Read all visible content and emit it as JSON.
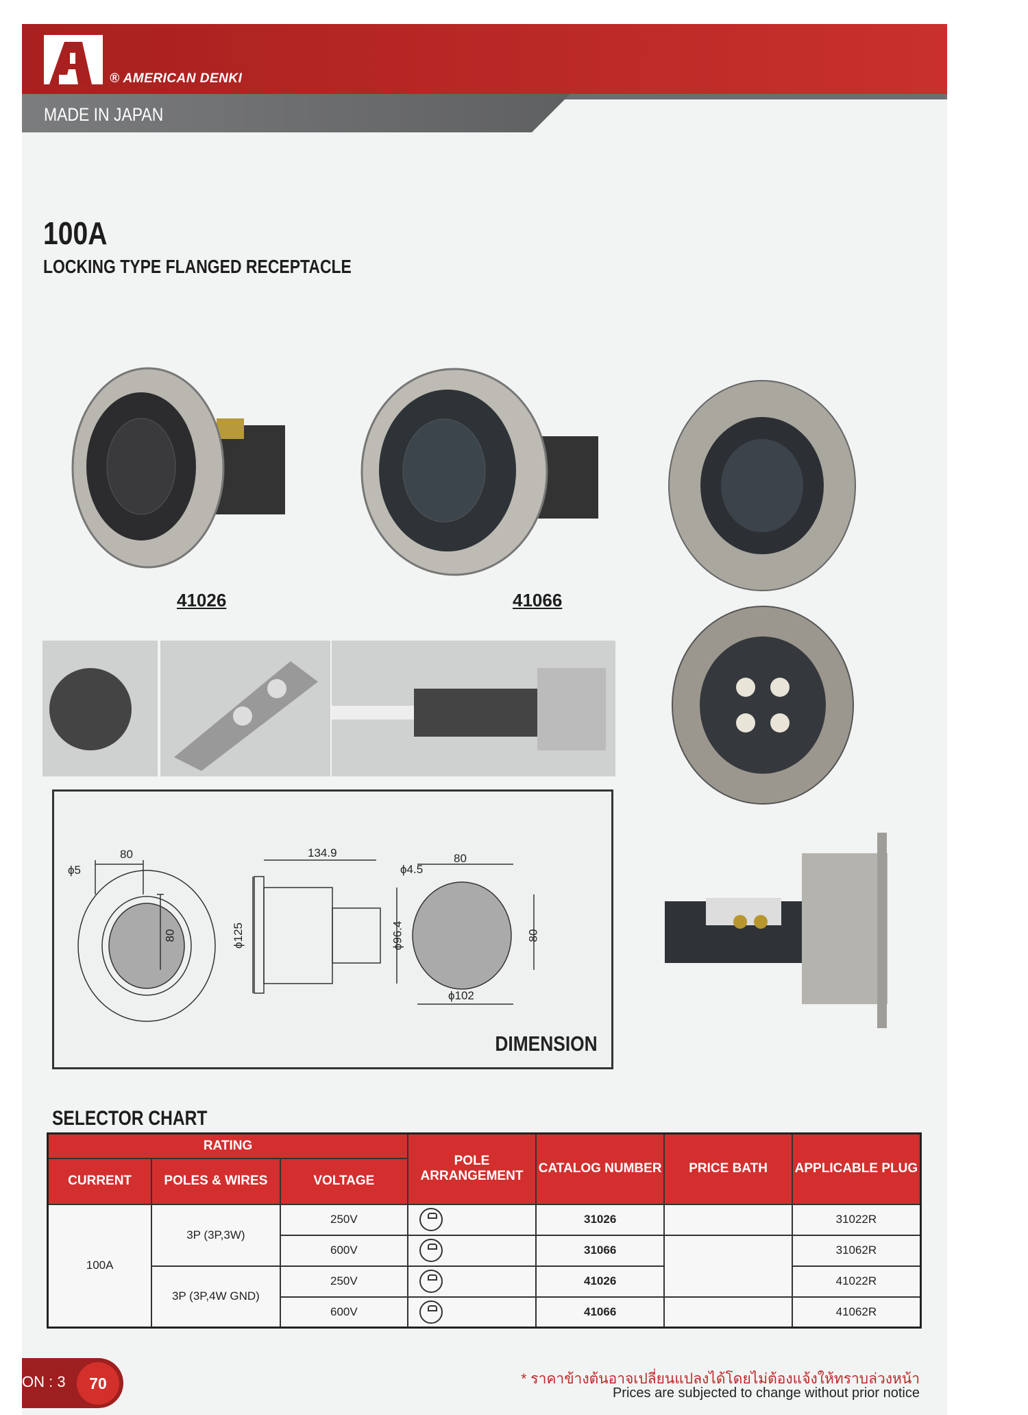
{
  "header": {
    "brand": "AMERICAN DENKI",
    "registered": "®",
    "tagline": "MADE IN JAPAN"
  },
  "product": {
    "current": "100A",
    "title": "LOCKING TYPE FLANGED RECEPTACLE",
    "models": [
      "41026",
      "41066"
    ]
  },
  "dimension": {
    "title": "DIMENSION",
    "labels": {
      "front_hole": "ϕ5",
      "front_width": "80",
      "front_height": "80",
      "length": "134.9",
      "flange_dia": "ϕ125",
      "body_dia": "ϕ96.4",
      "cut_hole": "ϕ4.5",
      "cut_width": "80",
      "cut_height": "80",
      "cut_dia": "ϕ102"
    }
  },
  "selector": {
    "title": "SELECTOR CHART",
    "headers": {
      "rating": "RATING",
      "current": "CURRENT",
      "poles": "POLES & WIRES",
      "voltage": "VOLTAGE",
      "pole_arr": "POLE ARRANGEMENT",
      "catalog": "CATALOG NUMBER",
      "price": "PRICE BATH",
      "plug": "APPLICABLE PLUG"
    },
    "current": "100A",
    "groups": [
      "3P (3P,3W)",
      "3P (3P,4W GND)"
    ],
    "rows": [
      {
        "voltage": "250V",
        "catalog": "31026",
        "plug": "31022R"
      },
      {
        "voltage": "600V",
        "catalog": "31066",
        "plug": "31062R"
      },
      {
        "voltage": "250V",
        "catalog": "41026",
        "plug": "41022R"
      },
      {
        "voltage": "600V",
        "catalog": "41066",
        "plug": "41062R"
      }
    ]
  },
  "footer": {
    "section": "ON : 3",
    "page": "70",
    "note_th": "* ราคาข้างต้นอาจเปลี่ยนแปลงได้โดยไม่ต้องแจ้งให้ทราบล่วงหน้า",
    "note_en": "Prices are subjected to change without prior notice"
  }
}
